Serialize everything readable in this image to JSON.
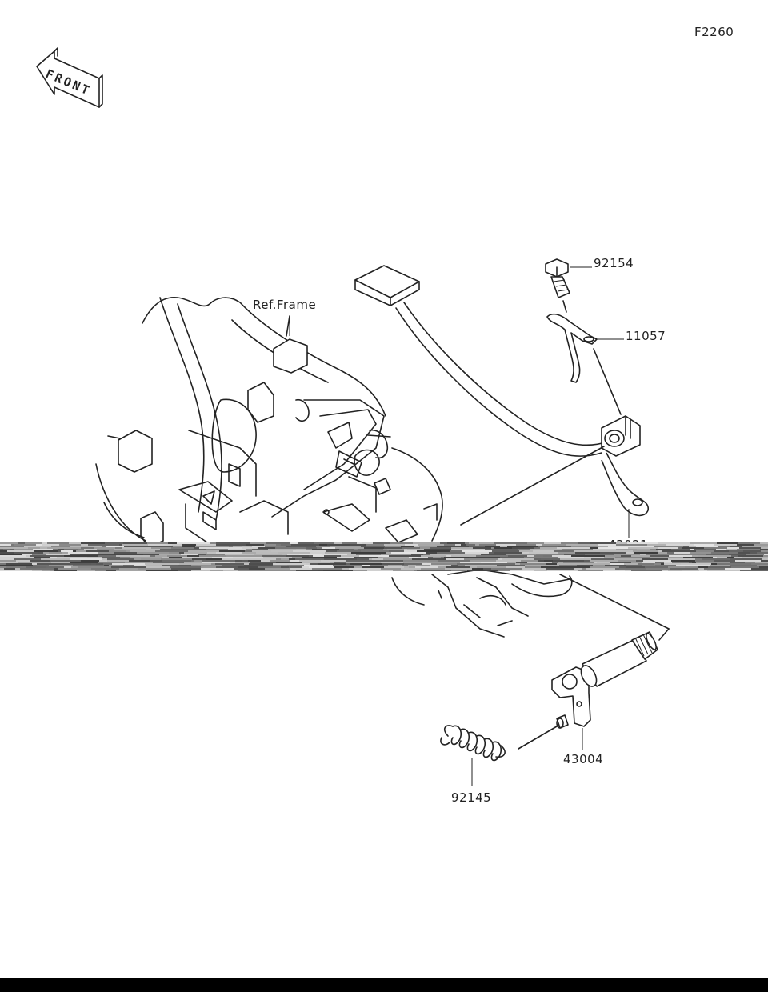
{
  "figure_code": "F2260",
  "front_arrow": {
    "text": "FRONT",
    "icon": "front-direction-arrow-icon"
  },
  "callouts": {
    "ref_frame": "Ref.Frame",
    "part_92154": "92154",
    "part_11057": "11057",
    "part_43021": "43021",
    "part_43004": "43004",
    "part_92145": "92145"
  }
}
